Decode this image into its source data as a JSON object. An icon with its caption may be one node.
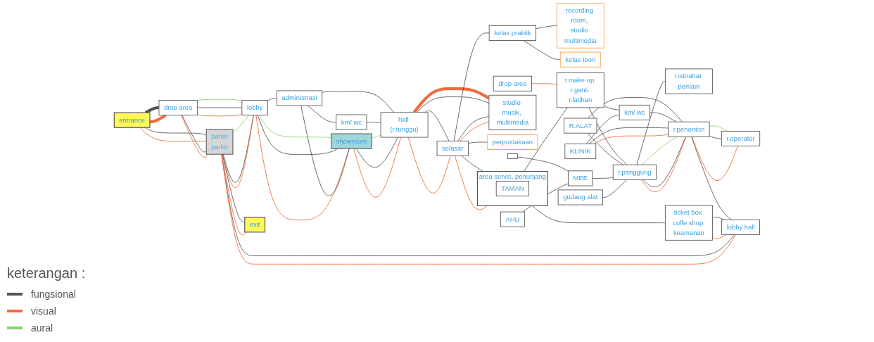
{
  "diagram": {
    "nodes": [
      {
        "text": [
          "entrance"
        ]
      },
      {
        "text": [
          "drop area"
        ]
      },
      {
        "text": [
          "parkir",
          "parkir"
        ]
      },
      {
        "text": [
          "lobby"
        ]
      },
      {
        "text": [
          "administrasi"
        ]
      },
      {
        "text": [
          "km/ wc"
        ]
      },
      {
        "text": [
          "showroom"
        ]
      },
      {
        "text": [
          "hall (r.tunggu)"
        ]
      },
      {
        "text": [
          "recording room, studio multimedia"
        ]
      },
      {
        "text": [
          "kelas teori"
        ]
      },
      {
        "text": [
          "kelas praktik"
        ]
      },
      {
        "text": [
          "selasar"
        ]
      },
      {
        "text": [
          "studio musik, multimedia"
        ]
      },
      {
        "text": [
          "perpustakaan"
        ]
      },
      {
        "text": [
          "area servis, penunjang"
        ]
      },
      {
        "text": [
          "TAMAN"
        ],
        "in": 14
      },
      {
        "text": [
          "drop area"
        ]
      },
      {
        "text": [
          "r.make up r.ganti r.latihan"
        ]
      },
      {
        "text": [
          "R.ALAT"
        ]
      },
      {
        "text": [
          "km/ wc"
        ]
      },
      {
        "text": [
          "KLINIK"
        ]
      },
      {
        "text": [
          "r.istirahat pemain"
        ]
      },
      {
        "text": [],
        "shape": "box"
      },
      {
        "text": [
          "MEE"
        ]
      },
      {
        "text": [
          "AHU"
        ]
      },
      {
        "text": [
          "r.panggung"
        ]
      },
      {
        "text": [
          "r.penonton"
        ]
      },
      {
        "text": [
          "gudang alat"
        ]
      },
      {
        "text": [
          "r.operator"
        ]
      },
      {
        "text": [
          "ticket box coffe shop keamanan"
        ]
      },
      {
        "text": [
          "lobby hall"
        ]
      },
      {
        "text": [
          "exit"
        ]
      }
    ],
    "edges": [
      {
        "from": 0,
        "to": 1,
        "arrow": "none",
        "style": "thick"
      },
      {
        "from": 0,
        "to": 1,
        "arrow": "none",
        "style": "thick",
        "color": "#f26b3a"
      },
      {
        "from": 0,
        "to": 2,
        "arrow": "none"
      },
      {
        "from": 0,
        "to": 2,
        "arrow": "none",
        "color": "#f26b3a"
      },
      {
        "from": 1,
        "to": 2,
        "arrow": "none"
      },
      {
        "from": 1,
        "to": 2,
        "arrow": "none",
        "color": "#f26b3a"
      },
      {
        "from": 1,
        "to": 3,
        "arrow": "none",
        "color": "#8fd16a"
      },
      {
        "from": 1,
        "to": 3,
        "arrow": "none"
      },
      {
        "from": 1,
        "to": 3,
        "arrow": "none",
        "color": "#f26b3a"
      },
      {
        "from": 2,
        "to": 3,
        "arrow": "none",
        "color": "#8fd16a"
      },
      {
        "from": 2,
        "to": 3,
        "arrow": "none"
      },
      {
        "from": 2,
        "to": 3,
        "arrow": "none",
        "color": "#f26b3a"
      },
      {
        "from": 3,
        "to": 4,
        "arrow": "none"
      },
      {
        "from": 3,
        "to": 6,
        "arrow": "none",
        "color": "#8fd16a"
      },
      {
        "from": 3,
        "to": 6,
        "arrow": "none"
      },
      {
        "from": 3,
        "to": 6,
        "arrow": "none",
        "color": "#f26b3a"
      },
      {
        "from": 4,
        "to": 5,
        "arrow": "none"
      },
      {
        "from": 4,
        "to": 6,
        "arrow": "none"
      },
      {
        "from": 4,
        "to": 7,
        "arrow": "none"
      },
      {
        "from": 5,
        "to": 7,
        "arrow": "none"
      },
      {
        "from": 6,
        "to": 7,
        "arrow": "none",
        "color": "#8fd16a"
      },
      {
        "from": 6,
        "to": 7,
        "arrow": "none"
      },
      {
        "from": 6,
        "to": 7,
        "arrow": "none",
        "color": "#f26b3a"
      },
      {
        "from": 7,
        "to": 11,
        "arrow": "none"
      },
      {
        "from": 7,
        "to": 11,
        "arrow": "none",
        "color": "#f26b3a"
      },
      {
        "from": 7,
        "to": 12,
        "arrow": "none",
        "style": "thick",
        "color": "#f26b3a"
      },
      {
        "from": 7,
        "to": 12,
        "arrow": "none"
      },
      {
        "from": 10,
        "to": 8,
        "arrow": "none"
      },
      {
        "from": 10,
        "to": 9,
        "arrow": "none"
      },
      {
        "from": 11,
        "to": 10,
        "arrow": "none"
      },
      {
        "from": 11,
        "to": 12,
        "arrow": "none"
      },
      {
        "from": 11,
        "to": 12,
        "arrow": "none",
        "color": "#f26b3a"
      },
      {
        "from": 11,
        "to": 13,
        "arrow": "none"
      },
      {
        "from": 11,
        "to": 14,
        "arrow": "none"
      },
      {
        "from": 11,
        "to": 14,
        "arrow": "none",
        "color": "#f26b3a"
      },
      {
        "from": 14,
        "to": 17,
        "arrow": "none"
      },
      {
        "from": 14,
        "to": 29,
        "arrow": "none"
      },
      {
        "from": 16,
        "to": 17,
        "arrow": "none",
        "color": "#f26b3a"
      },
      {
        "from": 17,
        "to": 19,
        "arrow": "none"
      },
      {
        "from": 17,
        "to": 25,
        "arrow": "none"
      },
      {
        "from": 18,
        "to": 25,
        "arrow": "none"
      },
      {
        "from": 18,
        "to": 26,
        "arrow": "none"
      },
      {
        "from": 19,
        "to": 26,
        "arrow": "none"
      },
      {
        "from": 20,
        "to": 19,
        "arrow": "none"
      },
      {
        "from": 20,
        "to": 26,
        "arrow": "none"
      },
      {
        "from": 20,
        "to": 26,
        "arrow": "none",
        "color": "#f26b3a"
      },
      {
        "from": 25,
        "to": 21,
        "arrow": "none"
      },
      {
        "from": 22,
        "to": 23,
        "arrow": "none"
      },
      {
        "from": 24,
        "to": 23,
        "arrow": "none"
      },
      {
        "from": 23,
        "to": 25,
        "arrow": "none"
      },
      {
        "from": 27,
        "to": 25,
        "arrow": "none"
      },
      {
        "from": 25,
        "to": 26,
        "arrow": "none",
        "color": "#8fd16a"
      },
      {
        "from": 25,
        "to": 26,
        "arrow": "none"
      },
      {
        "from": 25,
        "to": 26,
        "arrow": "none",
        "color": "#f26b3a"
      },
      {
        "from": 26,
        "to": 28,
        "arrow": "none",
        "color": "#8fd16a"
      },
      {
        "from": 26,
        "to": 28,
        "arrow": "none"
      },
      {
        "from": 26,
        "to": 28,
        "arrow": "none",
        "color": "#f26b3a"
      },
      {
        "from": 26,
        "to": 30,
        "arrow": "none"
      },
      {
        "from": 29,
        "to": 30,
        "arrow": "none"
      },
      {
        "from": 29,
        "to": 30,
        "arrow": "none",
        "color": "#f26b3a"
      },
      {
        "from": 2,
        "to": 30,
        "arrow": "none"
      },
      {
        "from": 2,
        "to": 30,
        "arrow": "none",
        "color": "#f26b3a"
      },
      {
        "from": 2,
        "to": 31,
        "arrow": "none"
      },
      {
        "from": 2,
        "to": 31,
        "arrow": "none",
        "color": "#f26b3a"
      }
    ],
    "labels": [
      "keterangan :"
    ],
    "legend": [
      {
        "text": "fungsional",
        "color": "#555555"
      },
      {
        "text": "visual",
        "color": "#f26b3a"
      },
      {
        "text": "aural",
        "color": "#8fd16a"
      }
    ]
  }
}
